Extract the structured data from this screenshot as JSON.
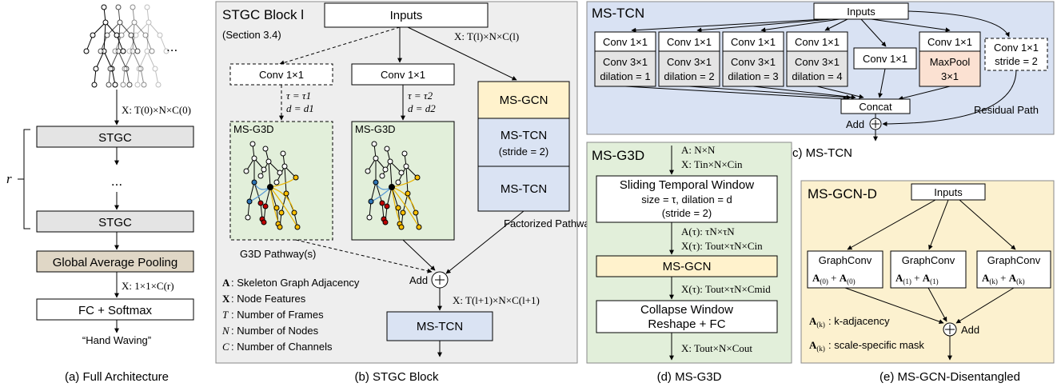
{
  "captions": {
    "a": "(a) Full Architecture",
    "b": "(b) STGC Block",
    "c": "(c) MS-TCN",
    "d": "(d) MS-G3D",
    "e": "(e) MS-GCN-Disentangled"
  },
  "panel_a": {
    "ellipsis_top": "...",
    "shape_label": "X: T(0)×N×C(0)",
    "stgc_top": "STGC",
    "dots": "...",
    "stgc_bottom": "STGC",
    "repeat_symbol": "r",
    "gap": "Global Average Pooling",
    "out_shape_label": "X: 1×1×C(r)",
    "fc": "FC + Softmax",
    "output": "“Hand Waving”"
  },
  "panel_b": {
    "title": "STGC Block l",
    "section": "(Section 3.4)",
    "inputs": "Inputs",
    "in_shape": "X: T(l)×N×C(l)",
    "conv1": "Conv 1×1",
    "conv2": "Conv 1×1",
    "tau1": "τ = τ1",
    "d1": "d = d1",
    "tau2": "τ = τ2",
    "d2": "d = d2",
    "msg3d_1": "MS-G3D",
    "msg3d_2": "MS-G3D",
    "g3d_pathway": "G3D Pathway(s)",
    "msgcn": "MS-GCN",
    "mstcn_stride": "MS-TCN",
    "stride_note": "(stride = 2)",
    "mstcn_fact": "MS-TCN",
    "factorized": "Factorized Pathway",
    "add": "Add",
    "out_shape": "X: T(l+1)×N×C(l+1)",
    "mstcn_out": "MS-TCN",
    "legend": [
      {
        "sym": "A",
        "text": ": Skeleton Graph Adjacency"
      },
      {
        "sym": "X",
        "text": ": Node Features"
      },
      {
        "sym": "T",
        "text": ": Number of Frames"
      },
      {
        "sym": "N",
        "text": ": Number of Nodes"
      },
      {
        "sym": "C",
        "text": ": Number of Channels"
      }
    ]
  },
  "panel_c": {
    "title": "MS-TCN",
    "inputs": "Inputs",
    "branches": [
      {
        "top": "Conv 1×1",
        "bottom1": "Conv 3×1",
        "bottom2": "dilation = 1"
      },
      {
        "top": "Conv 1×1",
        "bottom1": "Conv 3×1",
        "bottom2": "dilation = 2"
      },
      {
        "top": "Conv 1×1",
        "bottom1": "Conv 3×1",
        "bottom2": "dilation = 3"
      },
      {
        "top": "Conv 1×1",
        "bottom1": "Conv 3×1",
        "bottom2": "dilation = 4"
      }
    ],
    "conv_single": "Conv 1×1",
    "pool_top": "Conv 1×1",
    "pool_b1": "MaxPool",
    "pool_b2": "3×1",
    "res_top": "Conv 1×1",
    "res_bottom": "stride = 2",
    "concat": "Concat",
    "add": "Add",
    "residual": "Residual Path"
  },
  "panel_d": {
    "title": "MS-G3D",
    "a_shape": "A: N×N",
    "x_shape": "X: Tin×N×Cin",
    "stw_title": "Sliding Temporal Window",
    "stw_size": "size = τ, dilation = d",
    "stw_stride": "(stride = 2)",
    "a_tau": "A(τ): τN×τN",
    "x_tau": "X(τ): Tout×τN×Cin",
    "msgcn": "MS-GCN",
    "x_mid": "X(τ): Tout×τN×Cmid",
    "collapse1": "Collapse Window",
    "collapse2": "Reshape + FC",
    "x_out": "X: Tout×N×Cout"
  },
  "panel_e": {
    "title": "MS-GCN-D",
    "inputs": "Inputs",
    "graphconv": [
      {
        "label": "GraphConv",
        "k": "(0)"
      },
      {
        "label": "GraphConv",
        "k": "(1)"
      },
      {
        "label": "GraphConv",
        "k": "(k)"
      }
    ],
    "dots": "...",
    "add": "Add",
    "legend1": ": k-adjacency",
    "legend2": ": scale-specific mask"
  },
  "colors": {
    "panel_gray": "#eeeeee",
    "box_gray": "#e4e4e4",
    "blue_bg": "#d9e2f3",
    "green_bg": "#e2efda",
    "yellow_bg": "#fcf1cf",
    "yellow_box": "#fff2cc",
    "blue_box": "#dae3f3",
    "pool_brown": "#e0d7c6",
    "maxpool": "#fbe1d2"
  }
}
